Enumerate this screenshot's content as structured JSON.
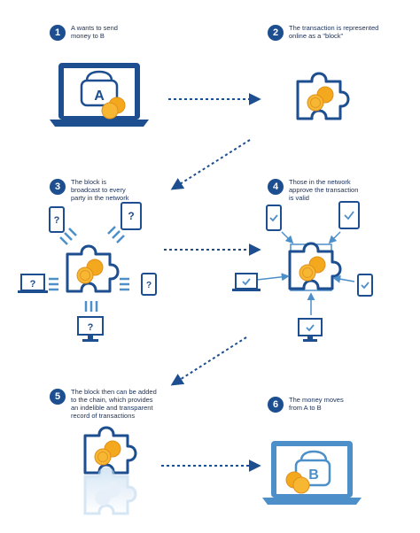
{
  "steps": [
    {
      "number": "1",
      "text": "A wants to send\nmoney to B"
    },
    {
      "number": "2",
      "text": "The transaction is represented\nonline as a \"block\""
    },
    {
      "number": "3",
      "text": "The block is\nbroadcast to every\nparty in the network"
    },
    {
      "number": "4",
      "text": "Those in the network\napprove the transaction\nis valid"
    },
    {
      "number": "5",
      "text": "The block then can be added\nto the chain, which provides\nan indelible and transparent\nrecord of transactions"
    },
    {
      "number": "6",
      "text": "The money moves\nfrom A to B"
    }
  ],
  "wallet_labels": {
    "from": "A",
    "to": "B"
  },
  "device_marks": {
    "unknown": "?"
  },
  "colors": {
    "navy": "#1d4e8f",
    "gold": "#f4a81d",
    "light_blue": "#4d8fc9",
    "pale_blue": "#bcd7ef"
  }
}
